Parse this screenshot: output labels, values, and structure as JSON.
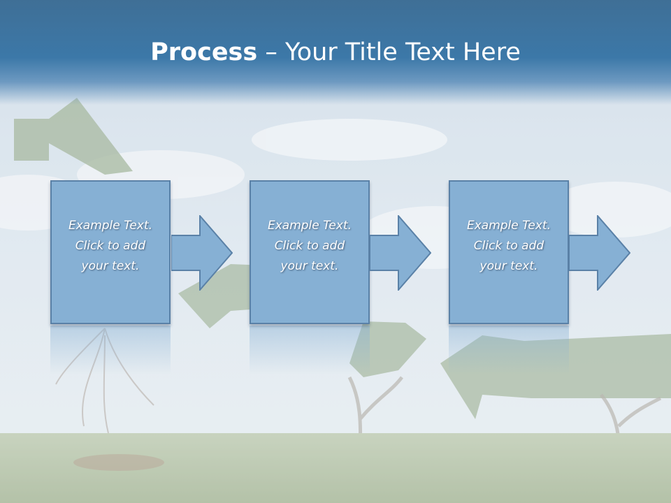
{
  "title": {
    "bold": "Process",
    "rest": " – Your Title Text Here"
  },
  "steps": [
    {
      "line1": "Example Text.",
      "line2": "Click  to add",
      "line3": "your text."
    },
    {
      "line1": "Example Text.",
      "line2": "Click  to add",
      "line3": "your text."
    },
    {
      "line1": "Example Text.",
      "line2": "Click  to add",
      "line3": "your text."
    }
  ],
  "colors": {
    "header": "#3c78a8",
    "box": "#86b0d4",
    "box_border": "#5a81a7",
    "arrow": "#86b0d4"
  }
}
